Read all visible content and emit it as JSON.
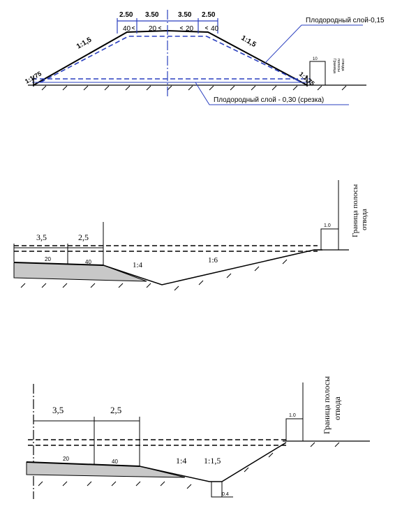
{
  "section1": {
    "widths": [
      "2.50",
      "3.50",
      "3.50",
      "2.50"
    ],
    "slopes": {
      "shoulder_left": "40",
      "lane_left": "20",
      "lane_right": "20",
      "shoulder_right": "40"
    },
    "slope_left": "1:1,5",
    "slope_right": "1:1,5",
    "toe_left": "1:1,75",
    "toe_right": "1:1,75",
    "topsoil_top": "Плодородный слой-0,15",
    "topsoil_cut": "Плодородный слой - 0,30 (срезка)",
    "boundary_height": "10",
    "boundary_label": [
      "Граница",
      "полосы",
      "отвода"
    ]
  },
  "section2": {
    "widths": [
      "3,5",
      "2,5"
    ],
    "slopes": {
      "lane": "20",
      "shoulder": "40"
    },
    "inner_slope": "1:4",
    "outer_slope": "1:6",
    "boundary_width": "1.0",
    "boundary_label": [
      "Граница полосы",
      "отвода"
    ]
  },
  "section3": {
    "widths": [
      "3,5",
      "2,5"
    ],
    "slopes": {
      "lane": "20",
      "shoulder": "40"
    },
    "inner_slope": "1:4",
    "outer_slope": "1:1,5",
    "boundary_width": "1.0",
    "ditch_width": "0.4",
    "boundary_label": [
      "Граница полосы",
      "отвода"
    ]
  }
}
